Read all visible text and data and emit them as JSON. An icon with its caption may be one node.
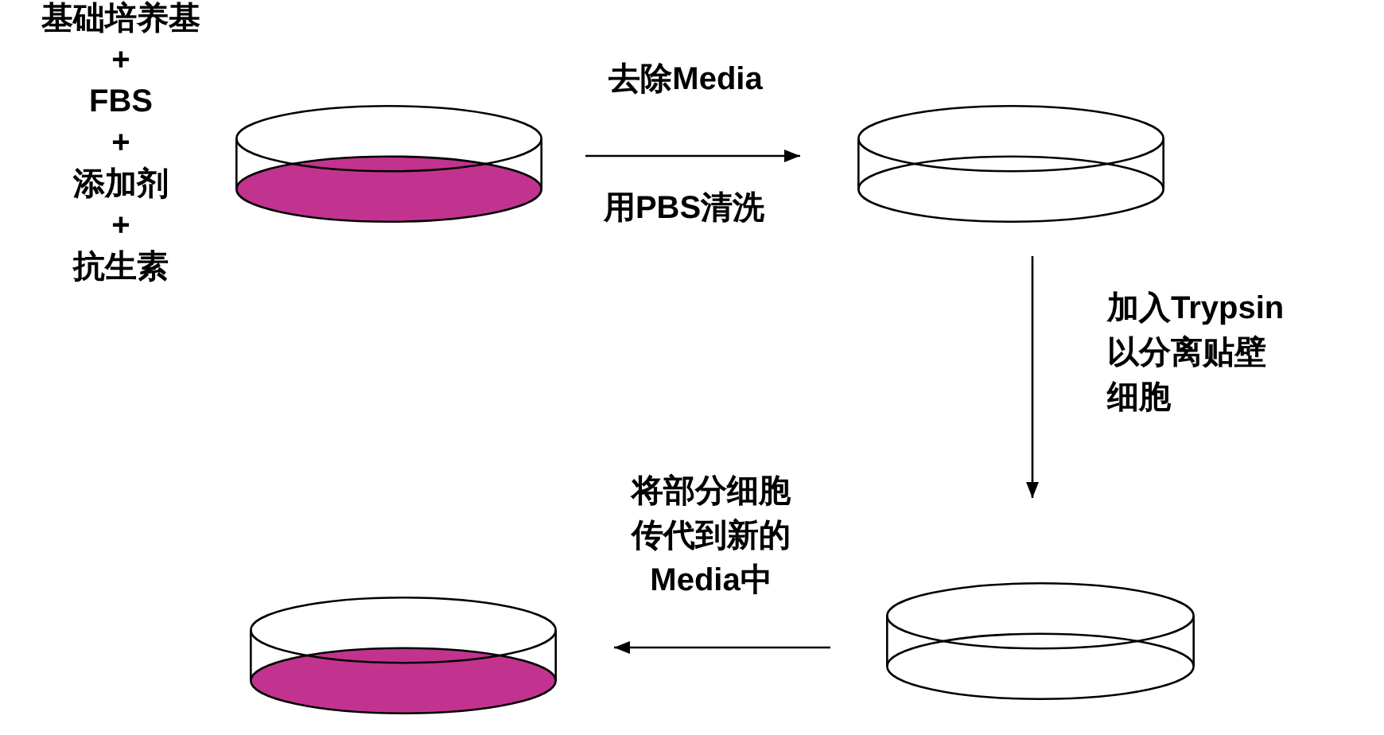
{
  "diagram": {
    "nodes": [
      {
        "text": [],
        "shape": "cylinder",
        "beside": [
          "基础培养基",
          "+",
          "FBS",
          "+",
          "添加剂",
          "+",
          "抗生素"
        ]
      },
      {
        "text": [],
        "shape": "cylinder"
      },
      {
        "text": [],
        "shape": "cylinder"
      },
      {
        "text": [],
        "shape": "cylinder"
      }
    ],
    "edges": [
      {
        "from": 0,
        "to": 1,
        "arrow": "to",
        "label": "去除Media"
      },
      {
        "from": 1,
        "to": 2,
        "arrow": "to",
        "label": "加入Trypsin以分离贴壁细胞"
      },
      {
        "from": 2,
        "to": 3,
        "arrow": "to",
        "label": "将部分细胞传代到新的Media中"
      }
    ],
    "labels": [
      "用PBS清洗"
    ]
  }
}
